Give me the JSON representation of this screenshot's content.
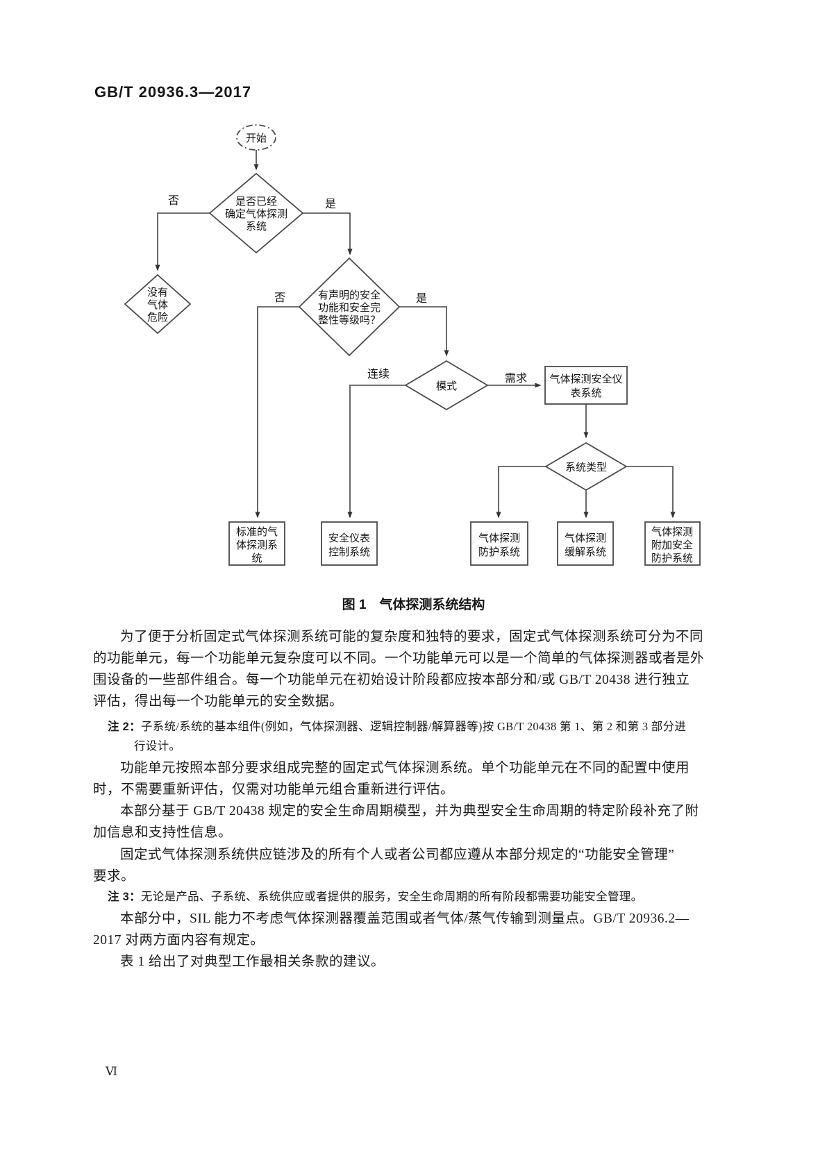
{
  "page": {
    "header": "GB/T 20936.3—2017",
    "figure_caption": "图 1　气体探测系统结构",
    "footer_page_number": "Ⅵ"
  },
  "flowchart": {
    "start": "开始",
    "decide_system": {
      "lines": [
        "是否已经",
        "确定气体探测",
        "系统"
      ]
    },
    "no_hazard": {
      "lines": [
        "没有",
        "气体",
        "危险"
      ]
    },
    "declared_sil": {
      "lines": [
        "有声明的安全",
        "功能和安全完",
        "整性等级吗？"
      ]
    },
    "mode": "模式",
    "system_type": "系统类型",
    "sis_box": {
      "lines": [
        "气体探测安全仪",
        "表系统"
      ]
    },
    "standard_box": {
      "lines": [
        "标准的气",
        "体探测系",
        "统"
      ]
    },
    "sic_box": {
      "lines": [
        "安全仪表",
        "控制系统"
      ]
    },
    "protection_box": {
      "lines": [
        "气体探测",
        "防护系统"
      ]
    },
    "mitigation_box": {
      "lines": [
        "气体探测",
        "缓解系统"
      ]
    },
    "additional_box": {
      "lines": [
        "气体探测",
        "附加安全",
        "防护系统"
      ]
    },
    "labels": {
      "no1": "否",
      "yes1": "是",
      "no2": "否",
      "yes2": "是",
      "continuous": "连续",
      "demand": "需求"
    }
  },
  "body": {
    "p1": {
      "lines": [
        "为了便于分析固定式气体探测系统可能的复杂度和独特的要求，固定式气体探测系统可分为不同",
        "的功能单元，每一个功能单元复杂度可以不同。一个功能单元可以是一个简单的气体探测器或者是外",
        "围设备的一些部件组合。每一个功能单元在初始设计阶段都应按本部分和/或 GB/T 20438 进行独立",
        "评估，得出每一个功能单元的安全数据。"
      ]
    },
    "note2": {
      "label": "注 2：",
      "lines": [
        "子系统/系统的基本组件(例如，气体探测器、逻辑控制器/解算器等)按 GB/T 20438 第 1、第 2 和第 3 部分进",
        "行设计。"
      ]
    },
    "p2": {
      "lines": [
        "功能单元按照本部分要求组成完整的固定式气体探测系统。单个功能单元在不同的配置中使用",
        "时，不需要重新评估，仅需对功能单元组合重新进行评估。"
      ]
    },
    "p3": {
      "lines": [
        "本部分基于 GB/T 20438 规定的安全生命周期模型，并为典型安全生命周期的特定阶段补充了附",
        "加信息和支持性信息。"
      ]
    },
    "p4": {
      "lines": [
        "固定式气体探测系统供应链涉及的所有个人或者公司都应遵从本部分规定的“功能安全管理”",
        "要求。"
      ]
    },
    "note3": {
      "label": "注 3：",
      "lines": [
        "无论是产品、子系统、系统供应或者提供的服务，安全生命周期的所有阶段都需要功能安全管理。"
      ]
    },
    "p5": {
      "lines": [
        "本部分中，SIL 能力不考虑气体探测器覆盖范围或者气体/蒸气传输到测量点。GB/T 20936.2—",
        "2017 对两方面内容有规定。"
      ]
    },
    "p6": {
      "lines": [
        "表 1 给出了对典型工作最相关条款的建议。"
      ]
    }
  }
}
